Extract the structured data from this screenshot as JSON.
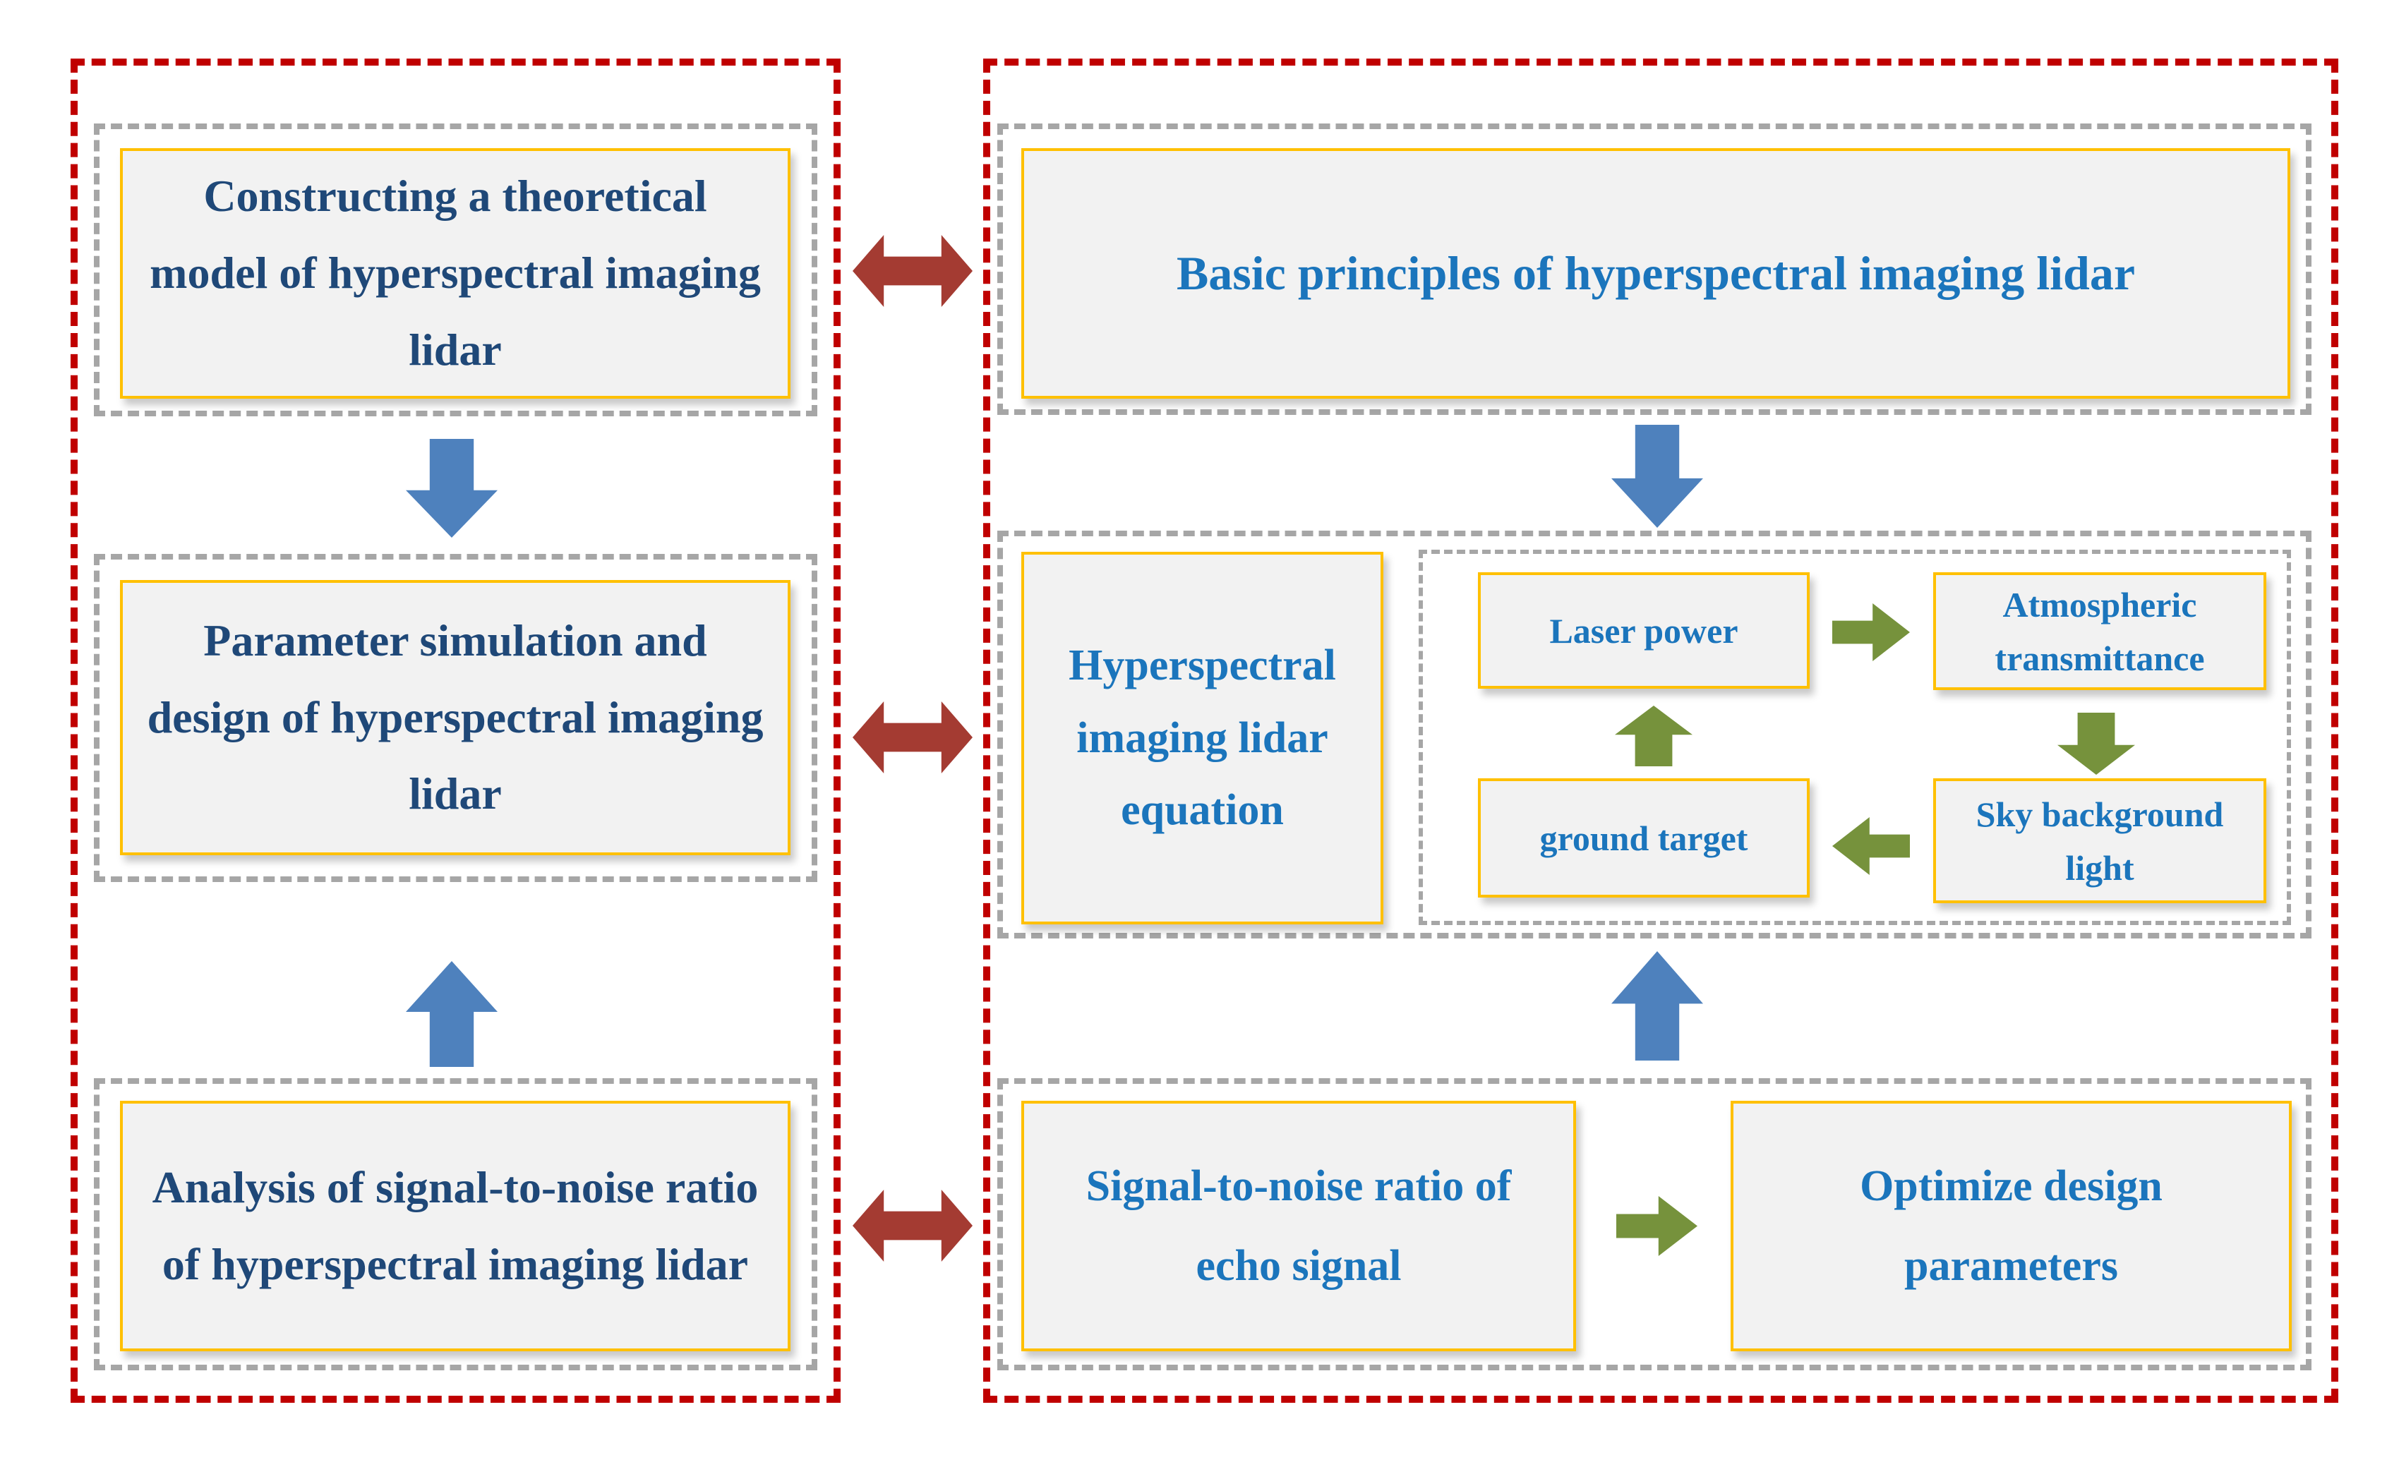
{
  "palette": {
    "panel_dash_red": "#C00000",
    "group_dash_gray": "#A6A6A6",
    "box_border_yellow": "#FFC000",
    "box_fill": "#F2F2F2",
    "left_text_navy": "#1F4878",
    "right_text_blue": "#1B75BC",
    "arrow_blue": "#4E81BD",
    "arrow_green": "#76923C",
    "arrow_brick_red": "#A43B32"
  },
  "left_panel": {
    "boxes": [
      {
        "label": "Constructing a theoretical model of hyperspectral imaging lidar"
      },
      {
        "label": "Parameter simulation and design of hyperspectral imaging lidar"
      },
      {
        "label": "Analysis of signal-to-noise ratio of hyperspectral imaging lidar"
      }
    ]
  },
  "right_panel": {
    "principles_box": {
      "label": "Basic principles of hyperspectral imaging lidar"
    },
    "equation_box": {
      "label": "Hyperspectral imaging lidar equation"
    },
    "cycle_boxes": [
      {
        "label": "Laser power"
      },
      {
        "label": "Atmospheric transmittance"
      },
      {
        "label": "Sky background light"
      },
      {
        "label": "ground target"
      }
    ],
    "bottom_boxes": [
      {
        "label": "Signal-to-noise ratio of echo signal"
      },
      {
        "label": "Optimize design parameters"
      }
    ]
  },
  "arrows": {
    "left_column": [
      "down from theoretical model to parameter simulation",
      "up from SNR analysis to parameter simulation"
    ],
    "right_column": [
      "down from basic principles to lidar equation",
      "up from SNR of echo signal to lidar equation"
    ],
    "between_panels": [
      "double arrow top row",
      "double arrow middle row",
      "double arrow bottom row"
    ],
    "cycle": [
      "laser power to atmospheric transmittance",
      "atmospheric transmittance to sky background light",
      "sky background light to ground target",
      "ground target to laser power"
    ],
    "bottom_row": [
      "SNR of echo signal to optimize design parameters"
    ]
  }
}
